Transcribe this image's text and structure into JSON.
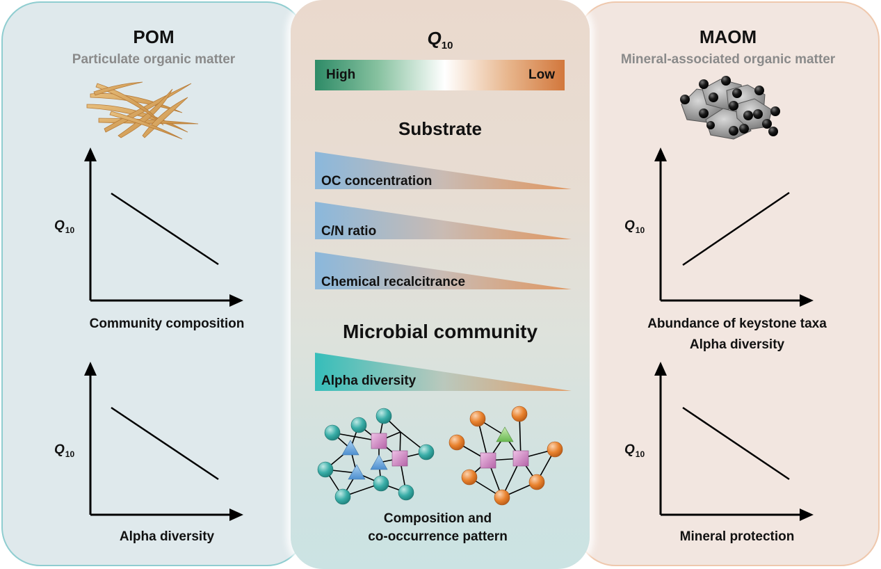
{
  "left_panel": {
    "title": "POM",
    "subtitle": "Particulate organic matter",
    "plot1": {
      "ylabel_main": "Q",
      "ylabel_sub": "10",
      "xlabel": "Community composition",
      "trend": "negative"
    },
    "plot2": {
      "ylabel_main": "Q",
      "ylabel_sub": "10",
      "xlabel": "Alpha diversity",
      "trend": "negative"
    }
  },
  "center_panel": {
    "title_main": "Q",
    "title_sub": "10",
    "scale_high": "High",
    "scale_low": "Low",
    "substrate_heading": "Substrate",
    "substrate_items": [
      "OC concentration",
      "C/N ratio",
      "Chemical recalcitrance"
    ],
    "microbial_heading": "Microbial community",
    "microbial_item": "Alpha diversity",
    "network_caption_line1": "Composition and",
    "network_caption_line2": "co-occurrence pattern"
  },
  "right_panel": {
    "title": "MAOM",
    "subtitle": "Mineral-associated organic matter",
    "plot1": {
      "ylabel_main": "Q",
      "ylabel_sub": "10",
      "xlabel_line1": "Abundance of keystone taxa",
      "xlabel_line2": "Alpha diversity",
      "trend": "positive"
    },
    "plot2": {
      "ylabel_main": "Q",
      "ylabel_sub": "10",
      "xlabel": "Mineral protection",
      "trend": "negative"
    }
  },
  "colors": {
    "pom_panel": "#dfe9ec",
    "maom_panel": "#f2e6e0",
    "high_green": "#2e8b67",
    "low_orange": "#d2773c",
    "wedge_blue": "#8ab9dc",
    "wedge_teal": "#35bdb9",
    "wedge_orange": "#e0a06e",
    "node_teal": "#2fa59f",
    "node_orange": "#e47b2b",
    "node_blue_triangle": "#5a9fd8",
    "node_green_triangle": "#7fc56a",
    "node_pink_square": "#cd7fc0"
  }
}
